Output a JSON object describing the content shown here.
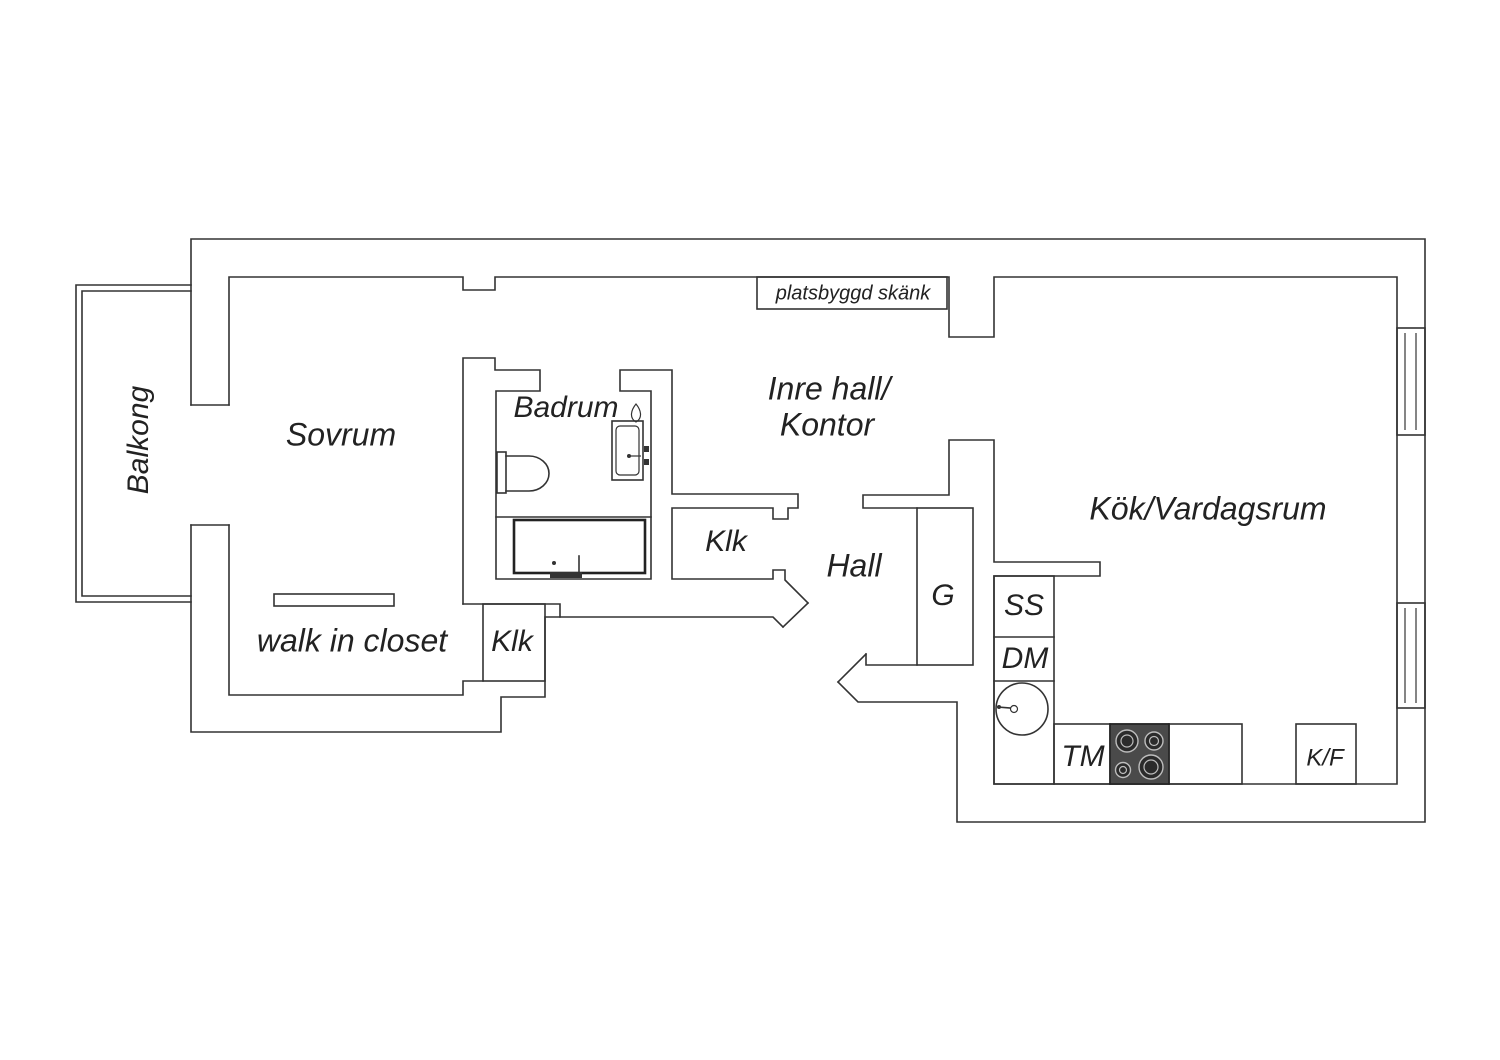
{
  "plan": {
    "balcony_label": "Balkong",
    "bedroom_label": "Sovrum",
    "bathroom_label": "Badrum",
    "inner_hall_label_line1": "Inre hall/",
    "inner_hall_label_line2": "Kontor",
    "kitchen_living_label": "Kök/Vardagsrum",
    "hall_label": "Hall",
    "walk_in_closet_label": "walk in closet",
    "hall_closet_label": "Klk",
    "bedroom_closet_label": "Klk",
    "built_in_cabinet_label": "platsbyggd skänk",
    "wardrobe_label": "G",
    "ss_label": "SS",
    "dishwasher_label": "DM",
    "washing_machine_label": "TM",
    "fridge_freezer_label": "K/F"
  },
  "colors": {
    "line": "#333333",
    "text": "#222222",
    "stove": "#4a4a4a",
    "background": "#ffffff"
  }
}
